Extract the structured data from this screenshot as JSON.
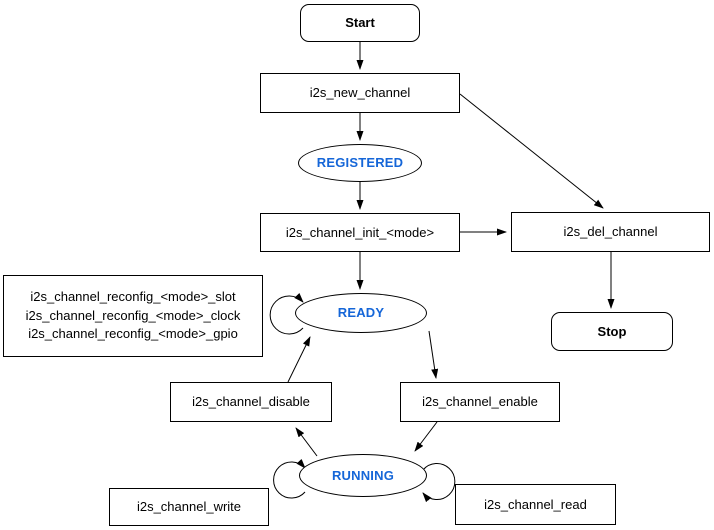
{
  "colors": {
    "state_text": "#1566D8",
    "node_border": "#000000",
    "node_fill": "#FFFFFF",
    "edge": "#000000"
  },
  "nodes": {
    "start": {
      "label": "Start"
    },
    "new_channel": {
      "label": "i2s_new_channel"
    },
    "registered": {
      "label": "REGISTERED"
    },
    "init": {
      "label": "i2s_channel_init_<mode>"
    },
    "del_channel": {
      "label": "i2s_del_channel"
    },
    "stop": {
      "label": "Stop"
    },
    "reconfig": {
      "lines": [
        "i2s_channel_reconfig_<mode>_slot",
        "i2s_channel_reconfig_<mode>_clock",
        "i2s_channel_reconfig_<mode>_gpio"
      ]
    },
    "ready": {
      "label": "READY"
    },
    "disable": {
      "label": "i2s_channel_disable"
    },
    "enable": {
      "label": "i2s_channel_enable"
    },
    "running": {
      "label": "RUNNING"
    },
    "write": {
      "label": "i2s_channel_write"
    },
    "read": {
      "label": "i2s_channel_read"
    }
  },
  "edges": [
    {
      "from": "Start",
      "to": "i2s_new_channel"
    },
    {
      "from": "i2s_new_channel",
      "to": "REGISTERED"
    },
    {
      "from": "i2s_new_channel",
      "to": "i2s_del_channel"
    },
    {
      "from": "REGISTERED",
      "to": "i2s_channel_init_<mode>"
    },
    {
      "from": "i2s_channel_init_<mode>",
      "to": "i2s_del_channel"
    },
    {
      "from": "i2s_channel_init_<mode>",
      "to": "READY"
    },
    {
      "from": "i2s_del_channel",
      "to": "Stop"
    },
    {
      "from": "READY",
      "to": "READY",
      "note": "reconfig self-loop"
    },
    {
      "from": "READY",
      "to": "i2s_channel_enable"
    },
    {
      "from": "i2s_channel_disable",
      "to": "READY"
    },
    {
      "from": "i2s_channel_enable",
      "to": "RUNNING"
    },
    {
      "from": "RUNNING",
      "to": "i2s_channel_disable"
    },
    {
      "from": "RUNNING",
      "to": "RUNNING",
      "note": "write self-loop"
    },
    {
      "from": "RUNNING",
      "to": "RUNNING",
      "note": "read self-loop"
    }
  ]
}
